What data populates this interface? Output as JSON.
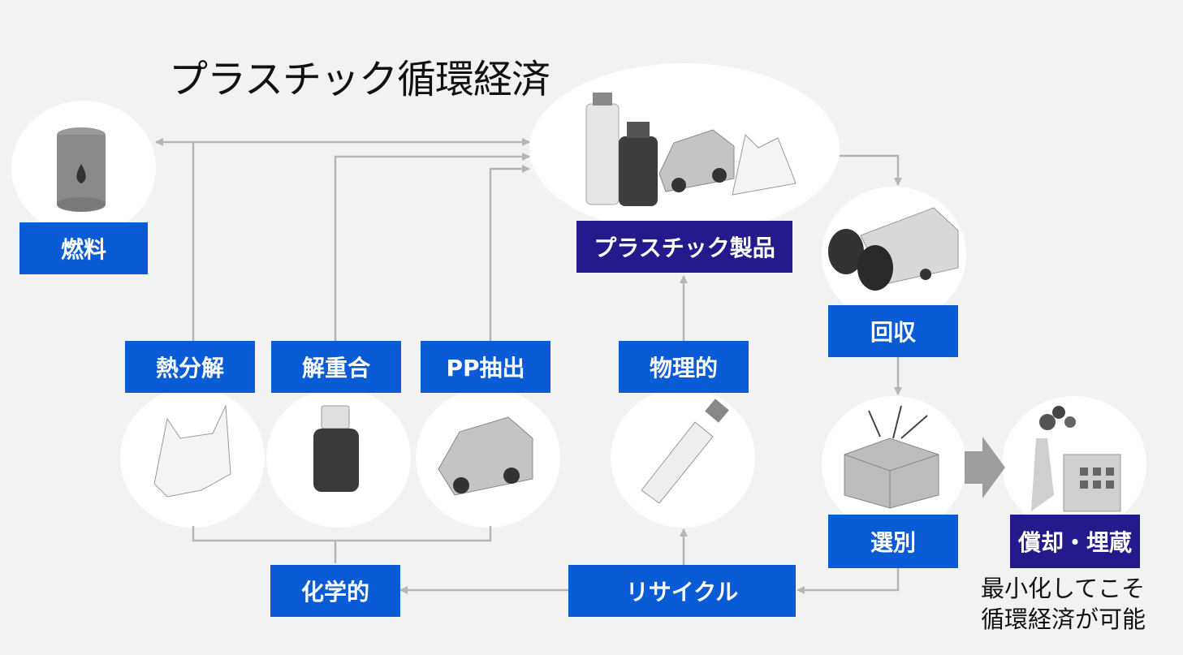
{
  "title": "プラスチック循環経済",
  "labels": {
    "fuel": "燃料",
    "plastic_products": "プラスチック製品",
    "collection": "回収",
    "sorting": "選別",
    "incineration": "償却・埋蔵",
    "recycle": "リサイクル",
    "chemical": "化学的",
    "physical": "物理的",
    "pyrolysis": "熱分解",
    "depolymerization": "解重合",
    "pp_extraction": "PP抽出"
  },
  "note": {
    "line1": "最小化してこそ",
    "line2": "循環経済が可能"
  },
  "colors": {
    "label_blue": "#0a5bd6",
    "label_navy": "#241a8c",
    "arrow_gray": "#b5b5b5",
    "background": "#f2f2f2"
  }
}
